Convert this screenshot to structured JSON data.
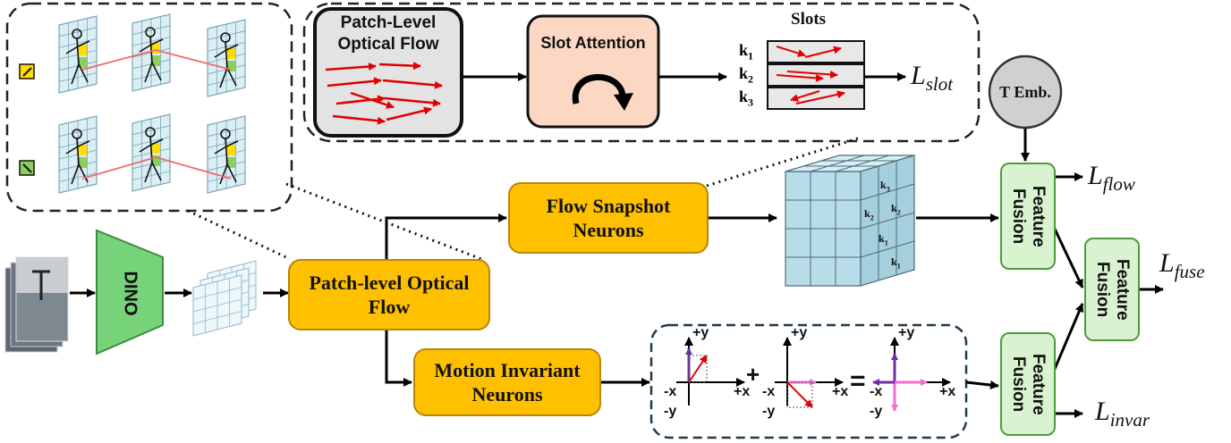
{
  "slot_panel": {
    "patch_flow_title": "Patch-Level Optical Flow",
    "slot_attention_title": "Slot Attention",
    "slots_title": "Slots",
    "slot_keys": [
      "k",
      "k",
      "k"
    ],
    "slot_key_subs": [
      "1",
      "2",
      "3"
    ]
  },
  "losses": {
    "slot": {
      "base": "L",
      "sub": "slot"
    },
    "flow": {
      "base": "L",
      "sub": "flow"
    },
    "fuse": {
      "base": "L",
      "sub": "fuse"
    },
    "invar": {
      "base": "L",
      "sub": "invar"
    }
  },
  "nodes": {
    "t_emb": "T Emb.",
    "dino": "DINO",
    "patch_level_flow": "Patch-level Optical Flow",
    "flow_snapshot": "Flow Snapshot Neurons",
    "motion_invariant": "Motion Invariant Neurons",
    "feature_fusion": "Feature Fusion"
  },
  "cube_keys": [
    {
      "k": "k",
      "sub": "3"
    },
    {
      "k": "k",
      "sub": "2"
    },
    {
      "k": "k",
      "sub": "2"
    },
    {
      "k": "k",
      "sub": "1"
    },
    {
      "k": "k",
      "sub": "1"
    }
  ],
  "vector_panel": {
    "axis_pos_y": "+y",
    "axis_neg_y": "-y",
    "axis_pos_x": "+x",
    "axis_neg_x": "-x",
    "plus": "+",
    "equals": "="
  },
  "colors": {
    "gold": "#ffc000",
    "green": "#d9f2d0",
    "red_arrow": "#e00000",
    "slot_attention_bg": "#fbd7c4",
    "flow_box_bg": "#e3e3e3",
    "grid_blue": "#dbeef4",
    "purple": "#7030a0",
    "pink": "#f06ecf"
  },
  "icons": [
    "stick-figure-icon",
    "yellow-patch-icon",
    "green-patch-icon",
    "rotate-arrow-icon",
    "video-frames-icon"
  ]
}
